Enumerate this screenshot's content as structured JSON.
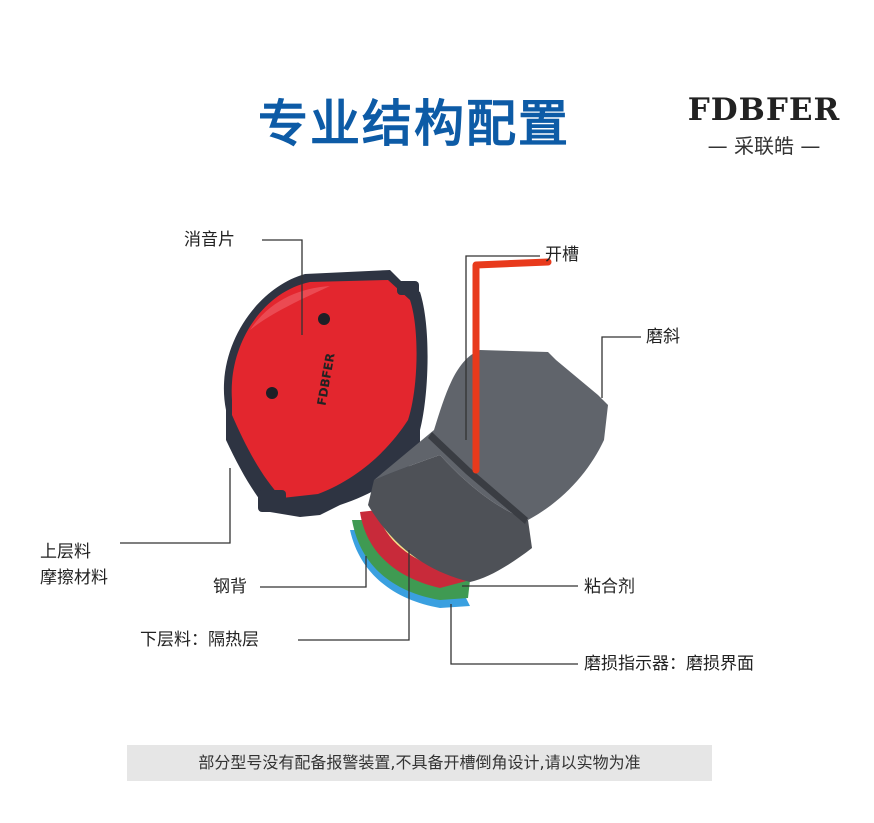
{
  "title": "专业结构配置",
  "brand": {
    "name": "FDBFER",
    "subtitle": "— 采联皓 —"
  },
  "pad_stamp": "FDBFER",
  "labels": {
    "noise_shim": "消音片",
    "slot": "开槽",
    "chamfer": "磨斜",
    "upper_layer_1": "上层料",
    "upper_layer_2": "摩擦材料",
    "steel_back": "钢背",
    "adhesive": "粘合剂",
    "lower_layer": "下层料：隔热层",
    "wear_indicator": "磨损指示器：磨损界面"
  },
  "footer_note": "部分型号没有配备报警装置,不具备开槽倒角设计,请以实物为准",
  "colors": {
    "title": "#0d5ba6",
    "shim": "#e3262e",
    "friction": "#555a60",
    "slot_line": "#e83a1c",
    "footer_bg": "#e6e6e6"
  }
}
